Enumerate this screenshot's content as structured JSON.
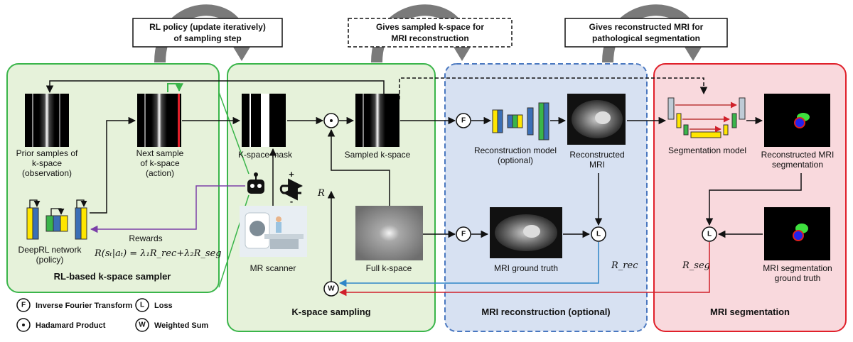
{
  "callouts": {
    "rl_policy": [
      "RL policy (update iteratively)",
      "of sampling step"
    ],
    "sampled_kspace": [
      "Gives sampled k-space for",
      "MRI reconstruction"
    ],
    "reconstructed_mri": [
      "Gives reconstructed MRI for",
      "pathological segmentation"
    ]
  },
  "panels": {
    "sampler": "RL-based k-space sampler",
    "sampling": "K-space sampling",
    "reconstruction": "MRI reconstruction (optional)",
    "segmentation": "MRI segmentation"
  },
  "labels": {
    "prior_samples": [
      "Prior samples of",
      "k-space",
      "(observation)"
    ],
    "next_sample": [
      "Next sample",
      "of k-space",
      "(action)"
    ],
    "deeprl": [
      "DeepRL network",
      "(policy)"
    ],
    "rewards": "Rewards",
    "kspace_mask": "K-space mask",
    "sampled_kspace": "Sampled k-space",
    "mr_scanner": "MR scanner",
    "full_kspace": "Full k-space",
    "recon_model": [
      "Reconstruction model",
      "(optional)"
    ],
    "reconstructed_mri": [
      "Reconstructed",
      "MRI"
    ],
    "mri_gt": "MRI ground truth",
    "seg_model": "Segmentation model",
    "recon_seg": [
      "Reconstructed MRI",
      "segmentation"
    ],
    "seg_gt": [
      "MRI segmentation",
      "ground truth"
    ]
  },
  "math": {
    "reward_eq": "R(sₜ|aₜ) = λ₁R_rec+λ₂R_seg",
    "R": "R",
    "R_rec": "R_rec",
    "R_seg": "R_seg"
  },
  "operators": {
    "F": "F",
    "L": "L",
    "W": "W",
    "hadamard": "⊙",
    "plus": "+",
    "minus": "-"
  },
  "legend": [
    {
      "symbol": "F",
      "text": "Inverse Fourier Transform"
    },
    {
      "symbol": "L",
      "text": "Loss"
    },
    {
      "symbol": "⊙",
      "text": "Hadamard Product"
    },
    {
      "symbol": "W",
      "text": "Weighted Sum"
    }
  ],
  "colors": {
    "sampler_fill": "#e6f2da",
    "sampler_border": "#3ab54a",
    "recon_fill": "#d7e1f2",
    "recon_border": "#4a78c0",
    "seg_fill": "#f9d9dd",
    "seg_border": "#e0202a",
    "purple": "#7b3fa8",
    "blue": "#2e86c8",
    "red": "#d0202a",
    "green": "#3ab54a",
    "gray_arrow": "#7a7a7a"
  }
}
